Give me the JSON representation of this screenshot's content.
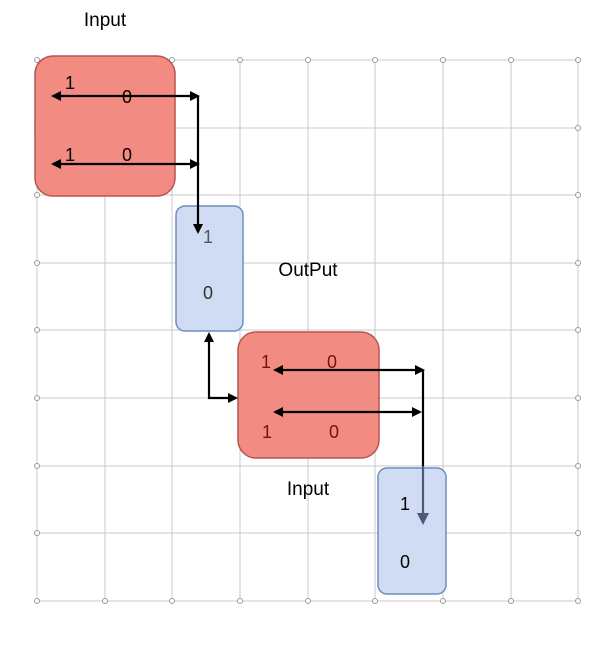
{
  "labels": {
    "input_top": "Input",
    "output": "OutPut",
    "input_bottom": "Input"
  },
  "blocks": {
    "input_a": {
      "row1": [
        "1",
        "0"
      ],
      "row2": [
        "1",
        "0"
      ]
    },
    "output_a": {
      "row1": "1",
      "row2": "0"
    },
    "input_b": {
      "row1": [
        "1",
        "0"
      ],
      "row2": [
        "1",
        "0"
      ]
    },
    "output_b": {
      "row1": "1",
      "row2": "0"
    }
  },
  "colors": {
    "input_fill": "#f28b82",
    "input_stroke": "#b85450",
    "output_fill": "#d0dcf3",
    "output_stroke": "#6c8ebf",
    "grid": "#c8c8c8",
    "arrow": "#000000"
  }
}
